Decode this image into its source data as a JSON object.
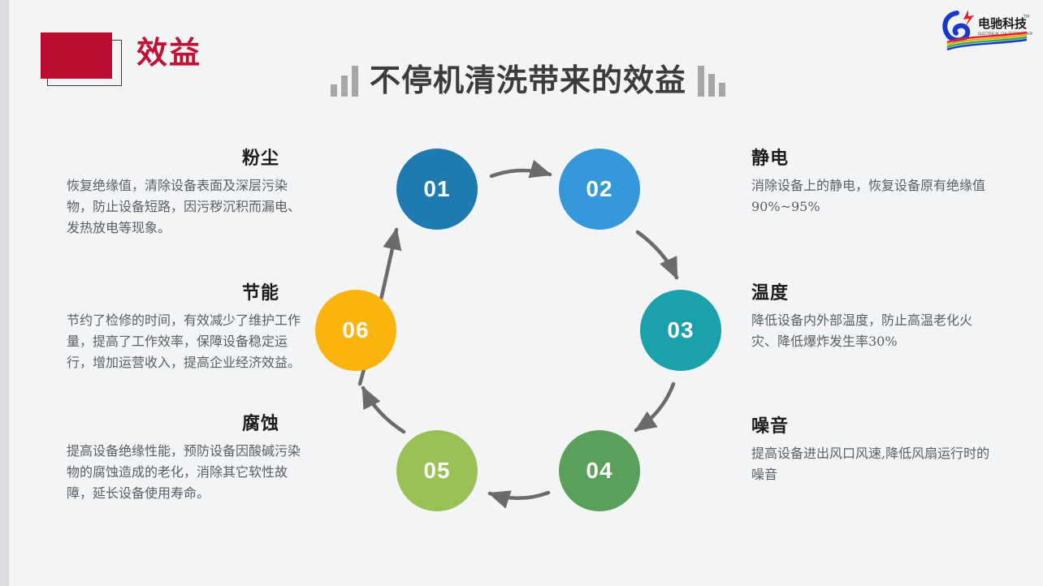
{
  "slide": {
    "background_color": "#f2f4f6",
    "section_tag_label": "效益",
    "section_tag_color": "#bd0a2f",
    "title": "不停机清洗带来的效益",
    "logo_text": "电驰科技",
    "logo_subtext": "ELECTRICAL CHI TECHNOLOGY",
    "logo_tm": "TM"
  },
  "cycle": {
    "steps": [
      {
        "number": "01",
        "color": "#1f7ab0",
        "key": "dust"
      },
      {
        "number": "02",
        "color": "#3498db",
        "key": "static"
      },
      {
        "number": "03",
        "color": "#1ba1ab",
        "key": "temperature"
      },
      {
        "number": "04",
        "color": "#5aa05a",
        "key": "noise"
      },
      {
        "number": "05",
        "color": "#99c156",
        "key": "corrosion"
      },
      {
        "number": "06",
        "color": "#fbb40d",
        "key": "energy"
      }
    ],
    "arrow_color": "#6b6b6b"
  },
  "benefits": {
    "dust": {
      "heading": "粉尘",
      "body": "恢复绝缘值，清除设备表面及深层污染物，防止设备短路，因污秽沉积而漏电、发热放电等现象。"
    },
    "energy": {
      "heading": "节能",
      "body": "节约了检修的时间，有效减少了维护工作量，提高了工作效率，保障设备稳定运行，增加运营收入，提高企业经济效益。"
    },
    "corrosion": {
      "heading": "腐蚀",
      "body": "提高设备绝缘性能，预防设备因酸碱污染物的腐蚀造成的老化，消除其它软性故障，延长设备使用寿命。"
    },
    "static": {
      "heading": "静电",
      "body": "消除设备上的静电，恢复设备原有绝缘值90%~95%"
    },
    "temperature": {
      "heading": "温度",
      "body": "降低设备内外部温度，防止高温老化火灾、降低爆炸发生率30%"
    },
    "noise": {
      "heading": "噪音",
      "body": "提高设备进出风口风速,降低风扇运行时的噪音"
    }
  }
}
